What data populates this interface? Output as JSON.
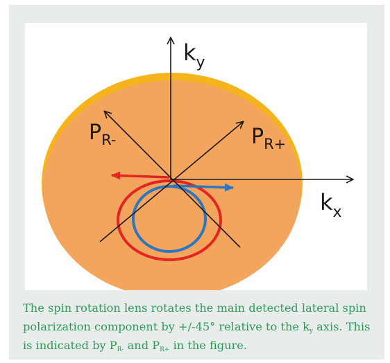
{
  "figure": {
    "labels": {
      "ky_main": "k",
      "ky_sub": "y",
      "kx_main": "k",
      "kx_sub": "x",
      "pr_minus_main": "P",
      "pr_minus_sub": "R-",
      "pr_plus_main": "P",
      "pr_plus_sub": "R+"
    },
    "colors": {
      "disc_face": "#f3a45d",
      "disc_rim": "#f6b41c",
      "red_circle": "#e32420",
      "blue_circle": "#2f76c0",
      "axes": "#1a1a1a"
    }
  },
  "caption": {
    "part1": "The spin rotation lens rotates the main detected lateral spin polarization component by +/-45° relative to the k",
    "ky_sub": "y",
    "part2": " axis. This is indicated by P",
    "pr_minus_sub": "R-",
    "part3": " and P",
    "pr_plus_sub": "R+",
    "part4": " in the figure."
  }
}
